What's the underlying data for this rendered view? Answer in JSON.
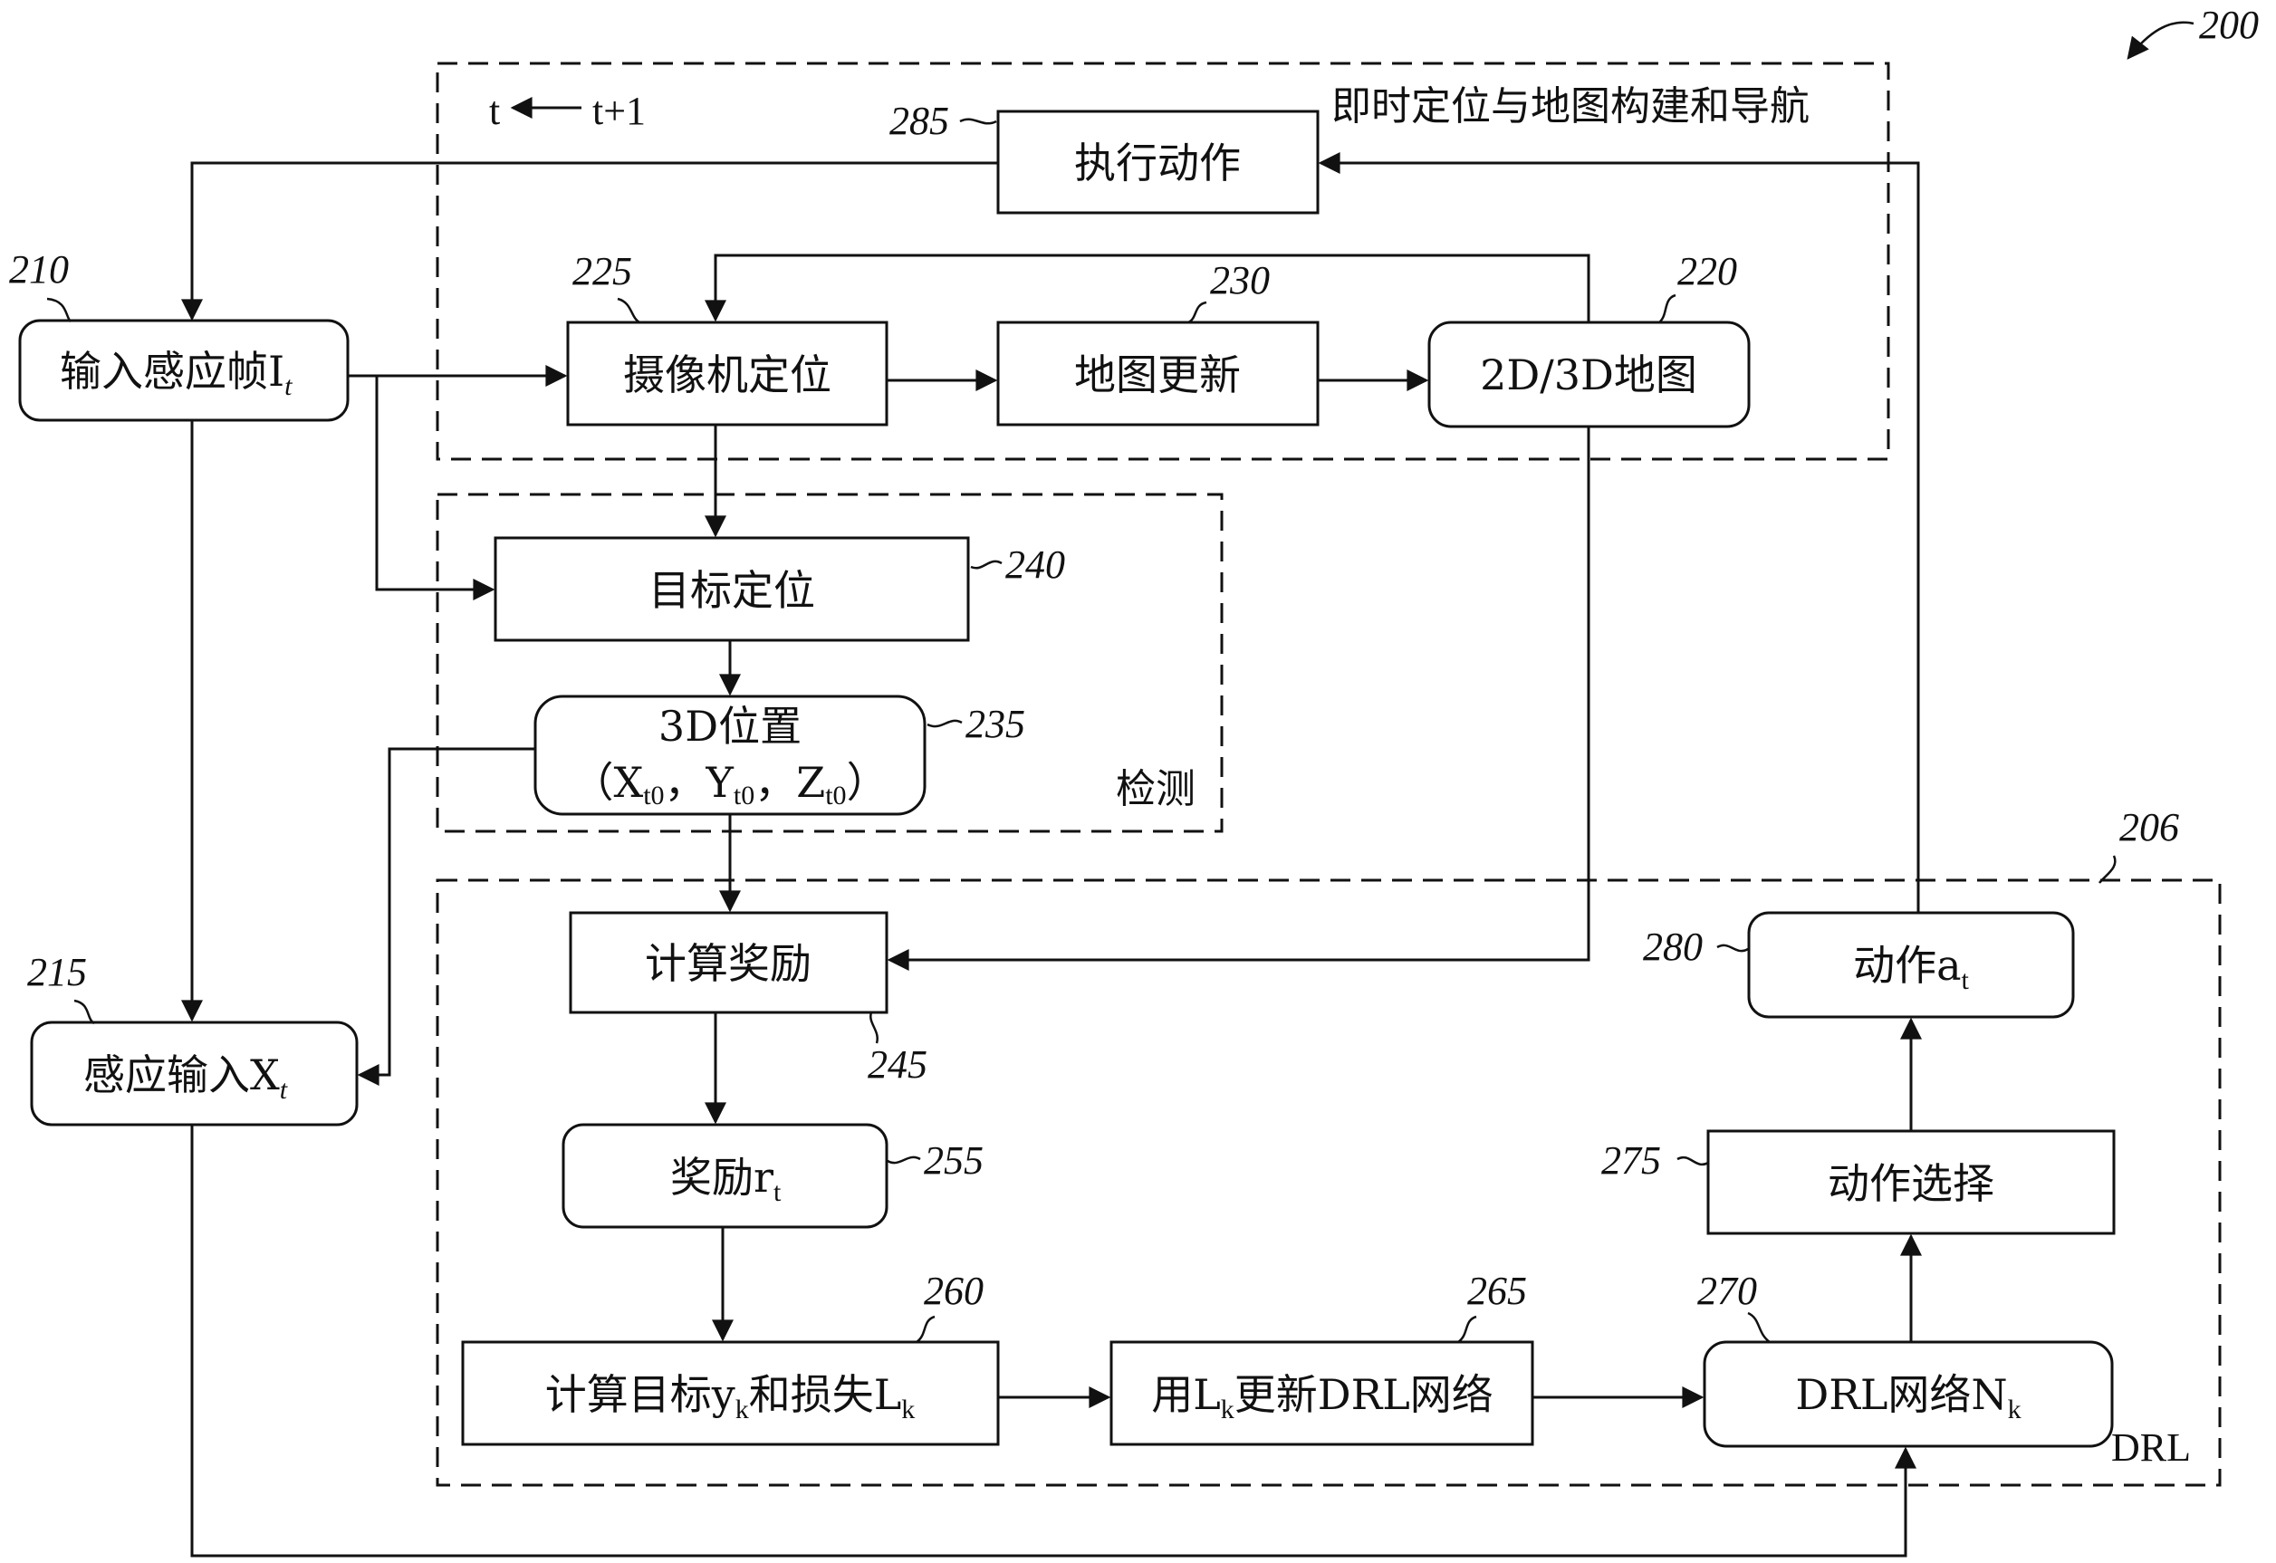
{
  "figure_ref": "200",
  "regions": {
    "slam": "即时定位与地图构建和导航",
    "detection": "检测",
    "drl": "DRL",
    "drl_ref": "206"
  },
  "time_note": {
    "left": "t",
    "right": "t+1"
  },
  "nodes": {
    "input_frame": {
      "label": "输入感应帧I",
      "sub": "t",
      "ref": "210"
    },
    "sensor_input": {
      "label": "感应输入X",
      "sub": "t",
      "ref": "215"
    },
    "execute_action": {
      "label": "执行动作",
      "ref": "285"
    },
    "camera_loc": {
      "label": "摄像机定位",
      "ref": "225"
    },
    "map_update": {
      "label": "地图更新",
      "ref": "230"
    },
    "map_2d3d": {
      "label": "2D/3D地图",
      "ref": "220"
    },
    "target_loc": {
      "label": "目标定位",
      "ref": "240"
    },
    "pos_3d": {
      "label": "3D位置",
      "coords": [
        "（X",
        "t0",
        "，Y",
        "t0",
        "，Z",
        "t0",
        "）"
      ],
      "ref": "235"
    },
    "calc_reward": {
      "label": "计算奖励",
      "ref": "245"
    },
    "reward": {
      "label": "奖励r",
      "sub": "t",
      "ref": "255"
    },
    "calc_target": {
      "label1": "计算目标y",
      "sub1": "k",
      "label2": "和损失L",
      "sub2": "k",
      "ref": "260"
    },
    "update_drl": {
      "label1": "用L",
      "sub1": "k",
      "label2": "更新DRL网络",
      "ref": "265"
    },
    "drl_net": {
      "label": "DRL网络N",
      "sub": "k",
      "ref": "270"
    },
    "action_select": {
      "label": "动作选择",
      "ref": "275"
    },
    "action": {
      "label": "动作a",
      "sub": "t",
      "ref": "280"
    }
  }
}
